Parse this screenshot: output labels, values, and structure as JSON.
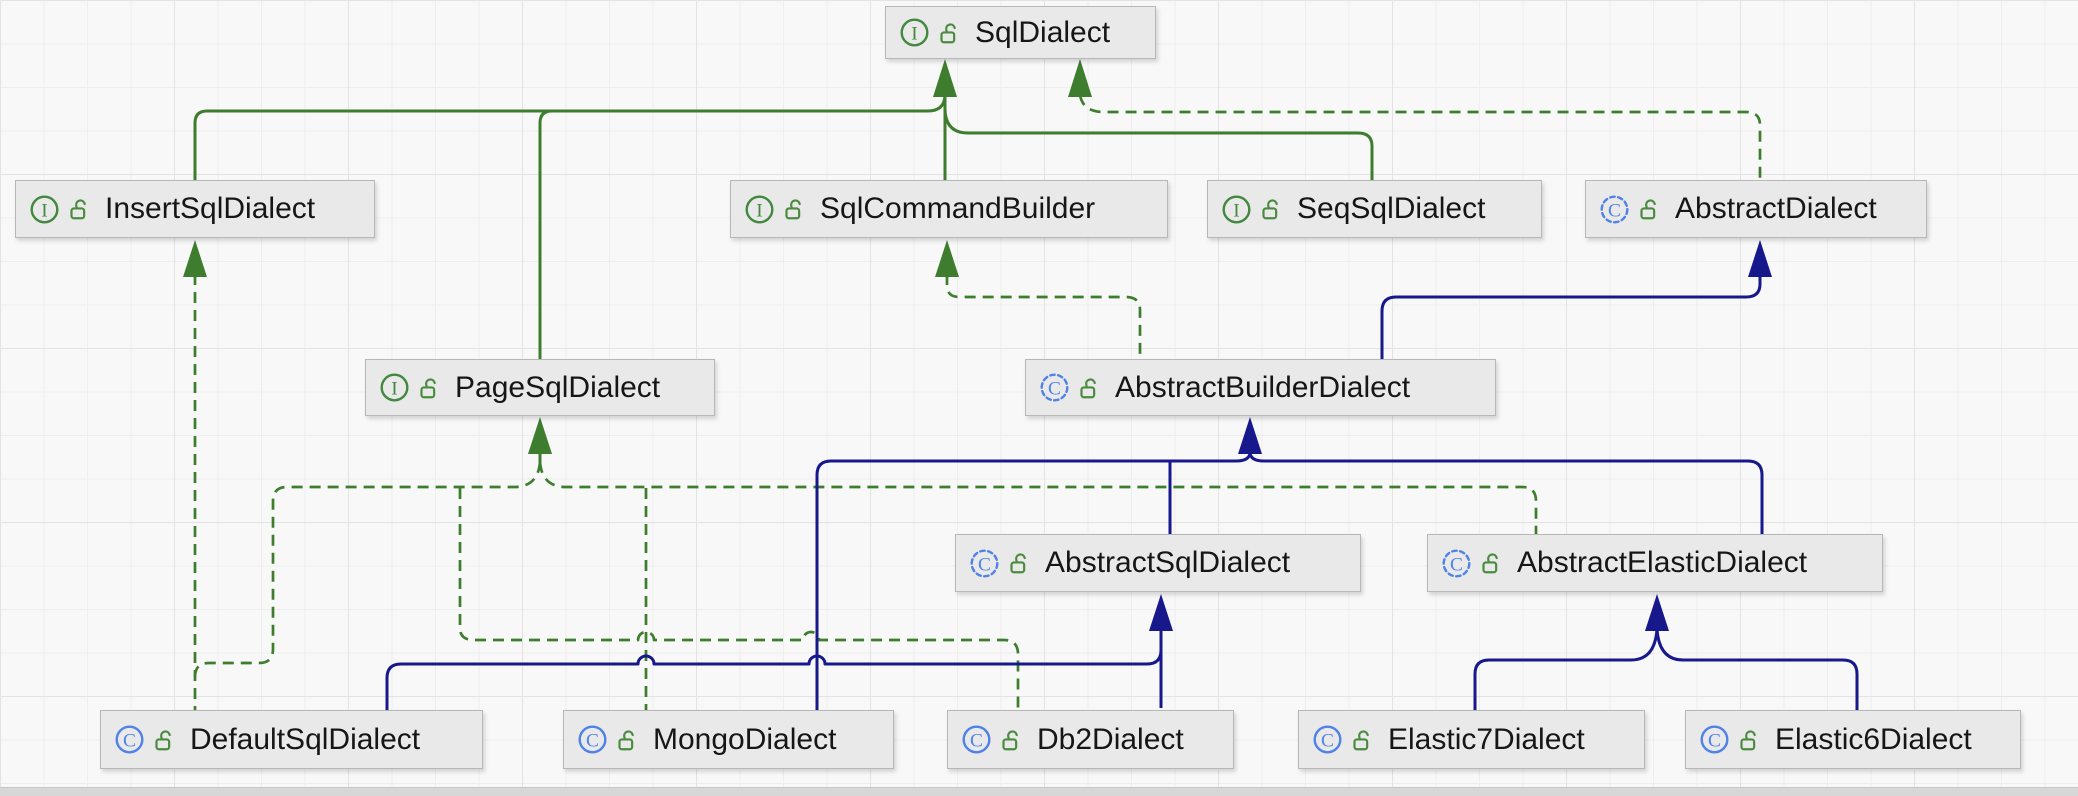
{
  "diagram": {
    "icon_letters": {
      "interface": "I",
      "class": "C"
    },
    "colors": {
      "interface_green": "#3e7d2e",
      "class_navy": "#17188c",
      "icon_green": "#43883f",
      "icon_blue": "#5182e8",
      "lock_green": "#4b8b3f",
      "node_fill": "#e9e9e9",
      "node_border": "#b7b7b7"
    },
    "nodes": [
      {
        "label": "SqlDialect",
        "kind": "interface",
        "visibility": "public"
      },
      {
        "label": "InsertSqlDialect",
        "kind": "interface",
        "visibility": "public"
      },
      {
        "label": "SqlCommandBuilder",
        "kind": "interface",
        "visibility": "public"
      },
      {
        "label": "SeqSqlDialect",
        "kind": "interface",
        "visibility": "public"
      },
      {
        "label": "AbstractDialect",
        "kind": "abstract-class",
        "visibility": "public"
      },
      {
        "label": "PageSqlDialect",
        "kind": "interface",
        "visibility": "public"
      },
      {
        "label": "AbstractBuilderDialect",
        "kind": "abstract-class",
        "visibility": "public"
      },
      {
        "label": "AbstractSqlDialect",
        "kind": "abstract-class",
        "visibility": "public"
      },
      {
        "label": "AbstractElasticDialect",
        "kind": "abstract-class",
        "visibility": "public"
      },
      {
        "label": "DefaultSqlDialect",
        "kind": "class",
        "visibility": "public"
      },
      {
        "label": "MongoDialect",
        "kind": "class",
        "visibility": "public"
      },
      {
        "label": "Db2Dialect",
        "kind": "class",
        "visibility": "public"
      },
      {
        "label": "Elastic7Dialect",
        "kind": "class",
        "visibility": "public"
      },
      {
        "label": "Elastic6Dialect",
        "kind": "class",
        "visibility": "public"
      }
    ],
    "edges": [
      {
        "from": "InsertSqlDialect",
        "to": "SqlDialect",
        "relation": "extends"
      },
      {
        "from": "PageSqlDialect",
        "to": "SqlDialect",
        "relation": "extends"
      },
      {
        "from": "SqlCommandBuilder",
        "to": "SqlDialect",
        "relation": "extends"
      },
      {
        "from": "SeqSqlDialect",
        "to": "SqlDialect",
        "relation": "extends"
      },
      {
        "from": "AbstractDialect",
        "to": "SqlDialect",
        "relation": "implements"
      },
      {
        "from": "AbstractBuilderDialect",
        "to": "SqlCommandBuilder",
        "relation": "implements"
      },
      {
        "from": "AbstractBuilderDialect",
        "to": "AbstractDialect",
        "relation": "extends"
      },
      {
        "from": "DefaultSqlDialect",
        "to": "InsertSqlDialect",
        "relation": "implements"
      },
      {
        "from": "DefaultSqlDialect",
        "to": "PageSqlDialect",
        "relation": "implements"
      },
      {
        "from": "MongoDialect",
        "to": "PageSqlDialect",
        "relation": "implements"
      },
      {
        "from": "Db2Dialect",
        "to": "PageSqlDialect",
        "relation": "implements"
      },
      {
        "from": "AbstractElasticDialect",
        "to": "PageSqlDialect",
        "relation": "implements"
      },
      {
        "from": "MongoDialect",
        "to": "AbstractBuilderDialect",
        "relation": "extends"
      },
      {
        "from": "AbstractSqlDialect",
        "to": "AbstractBuilderDialect",
        "relation": "extends"
      },
      {
        "from": "AbstractElasticDialect",
        "to": "AbstractBuilderDialect",
        "relation": "extends"
      },
      {
        "from": "DefaultSqlDialect",
        "to": "AbstractSqlDialect",
        "relation": "extends"
      },
      {
        "from": "Db2Dialect",
        "to": "AbstractSqlDialect",
        "relation": "extends"
      },
      {
        "from": "Elastic7Dialect",
        "to": "AbstractElasticDialect",
        "relation": "extends"
      },
      {
        "from": "Elastic6Dialect",
        "to": "AbstractElasticDialect",
        "relation": "extends"
      }
    ]
  }
}
